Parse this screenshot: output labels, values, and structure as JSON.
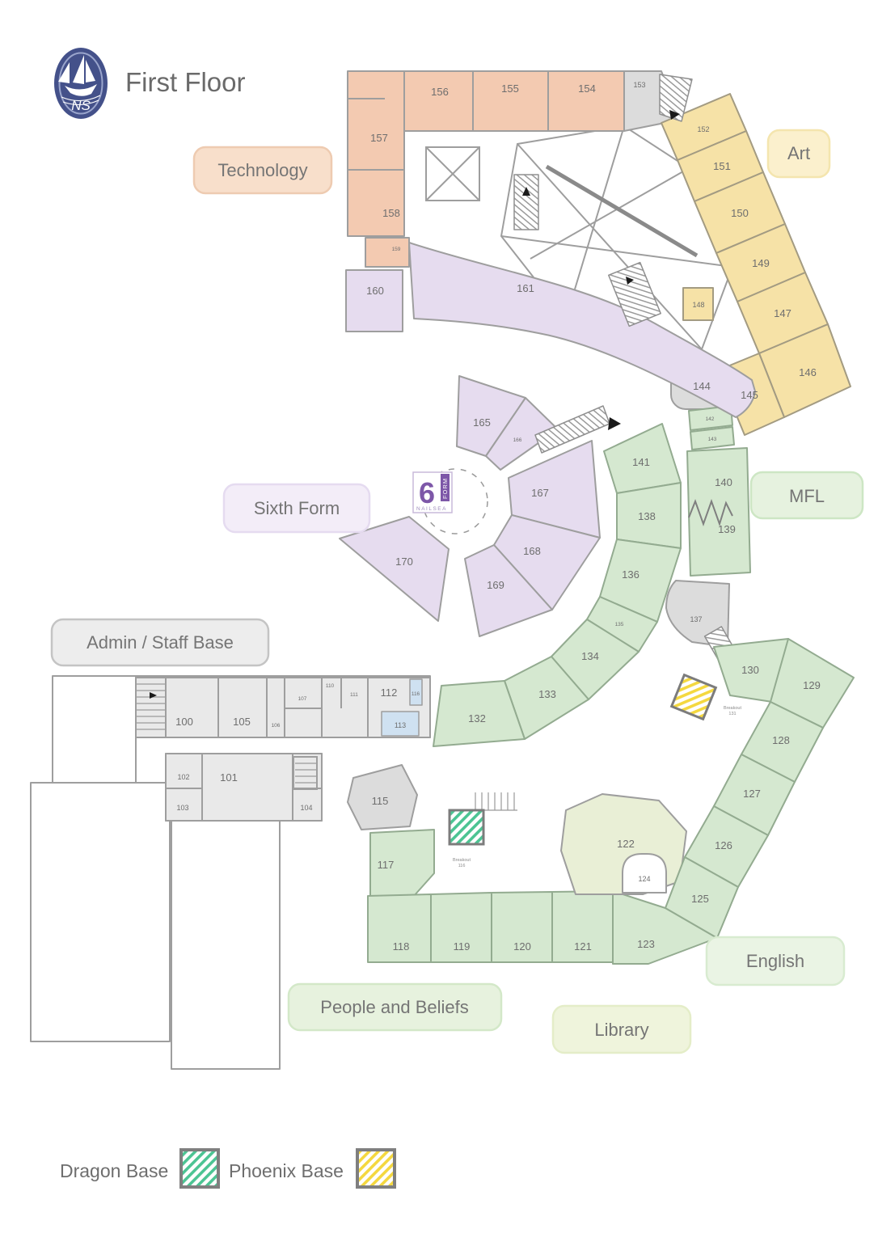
{
  "title": "First Floor",
  "logo": {
    "initials": "NS"
  },
  "area_labels": {
    "technology": "Technology",
    "art": "Art",
    "sixth_form": "Sixth Form",
    "mfl": "MFL",
    "admin": "Admin / Staff Base",
    "english": "English",
    "people_and_beliefs": "People and Beliefs",
    "library": "Library"
  },
  "sixth_form_logo": {
    "numeral": "6",
    "form": "FORM",
    "school": "NAILSEA"
  },
  "rooms": {
    "100": "100",
    "101": "101",
    "102": "102",
    "103": "103",
    "104": "104",
    "105": "105",
    "106": "106",
    "107": "107",
    "110": "110",
    "111": "111",
    "112": "112",
    "113": "113",
    "115": "115",
    "116": "116",
    "117": "117",
    "118": "118",
    "119": "119",
    "120": "120",
    "121": "121",
    "122": "122",
    "123": "123",
    "124": "124",
    "125": "125",
    "126": "126",
    "127": "127",
    "128": "128",
    "129": "129",
    "130": "130",
    "132": "132",
    "133": "133",
    "134": "134",
    "135": "135",
    "136": "136",
    "137": "137",
    "138": "138",
    "139": "139",
    "140": "140",
    "141": "141",
    "142": "142",
    "143": "143",
    "144": "144",
    "145": "145",
    "146": "146",
    "147": "147",
    "148": "148",
    "149": "149",
    "150": "150",
    "151": "151",
    "152": "152",
    "153": "153",
    "154": "154",
    "155": "155",
    "156": "156",
    "157": "157",
    "158": "158",
    "159": "159",
    "160": "160",
    "161": "161",
    "165": "165",
    "166": "166",
    "167": "167",
    "168": "168",
    "169": "169",
    "170": "170"
  },
  "breakout_areas": {
    "english_breakout": {
      "line1": "Breakout",
      "line2": "131"
    },
    "south_breakout": {
      "line1": "Breakout",
      "line2": "116"
    }
  },
  "legend": {
    "dragon_base": "Dragon Base",
    "phoenix_base": "Phoenix Base"
  },
  "colors": {
    "technology": "#f3cab1",
    "art": "#f6e2a7",
    "sixth_form": "#e6dcef",
    "classroom_green": "#d5e8d0",
    "admin_gray": "#e9e9e9",
    "blue_room": "#cfe1f1",
    "pale_green": "#e9efd6",
    "dragon_hatch": "#4cc493",
    "phoenix_hatch": "#f4d83f",
    "logo_navy": "#44518a",
    "sixth_form_purple": "#7d57a8"
  }
}
